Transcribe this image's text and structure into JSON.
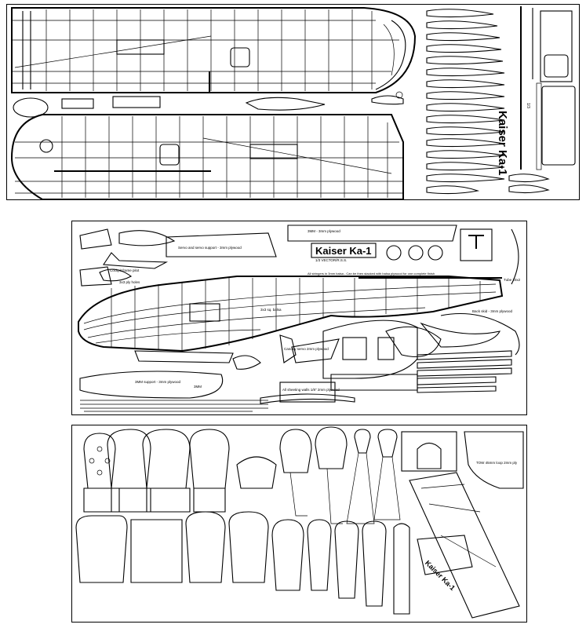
{
  "brand": {
    "name": "Kaiser Ka-1",
    "name_tall": "Kaiser Ka-1",
    "name_small": "Kaiser Ka-1",
    "scale": "1/3",
    "subtitle": "1/3 VECTOR/R.S.S."
  },
  "fuselage_sheet": {
    "labels": {
      "cockpit_frame": "Cockpit frame pilot",
      "servo_support": "Servo and servo support - 3mm plywood",
      "plywood_3mm_top": "3MM - 3mm plywood",
      "plywood_3mm_mid": "3MM support - 3mm plywood",
      "all_ply": "All stringers in 3mm balsa - Can be then stacked with balsa plywood for one complete finish",
      "tube": "Tube 20x2",
      "skid": "Back skid - 3mm plywood",
      "ply_holes": "3x3 ply holes",
      "three_sq": "3x3 sq. balsa",
      "canopy_servo": "Canopy servo 2mm plywood",
      "ww_sheet": "All sheeting walls 1/8\" 2mm plywood",
      "three_mm": "3MM"
    }
  },
  "formers_sheet": {
    "labels": {
      "tow": "TOW 45mm loop 2mm ply"
    }
  }
}
